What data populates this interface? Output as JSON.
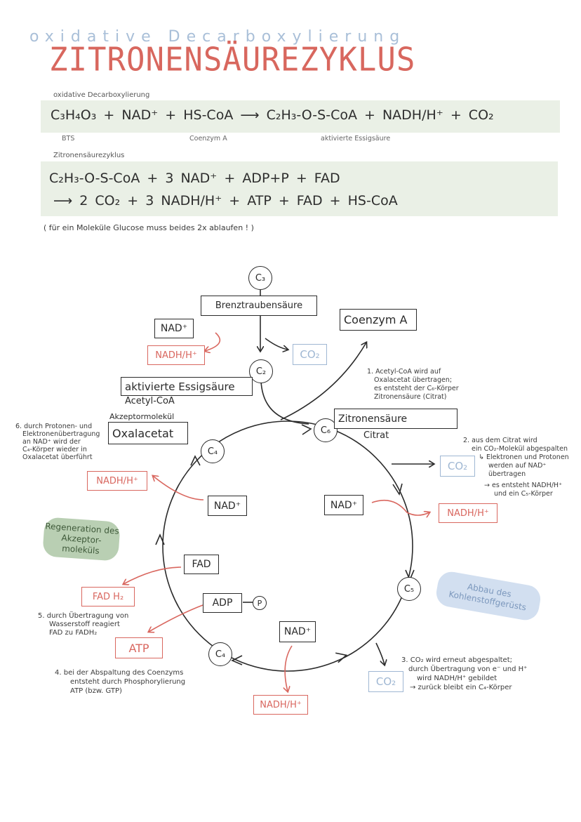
{
  "header": {
    "subtitle": "oxidative Decarboxylierung",
    "title": "ZITRONENSÄUREZYKLUS"
  },
  "section1": {
    "label": "oxidative Decarboxylierung",
    "equation": "C₃H₄O₃ + NAD⁺ + HS-CoA ⟶ C₂H₃-O-S-CoA + NADH/H⁺ + CO₂",
    "annotations": {
      "bts": "BTS",
      "coenzym": "Coenzym A",
      "essig": "aktivierte Essigsäure"
    }
  },
  "section2": {
    "label": "Zitronensäurezyklus",
    "equation_line1": "C₂H₃-O-S-CoA + 3 NAD⁺ + ADP+P + FAD",
    "equation_line2": "⟶ 2 CO₂ + 3 NADH/H⁺ + ATP + FAD + HS-CoA",
    "note": "( für ein Moleküle Glucose muss beides 2x ablaufen ! )"
  },
  "diagram": {
    "c3": "C₃",
    "brenz": "Brenztraubensäure",
    "coenzym_a": "Coenzym A",
    "nad_top": "NAD⁺",
    "nadh_top": "NADH/H⁺",
    "co2_top": "CO₂",
    "c2": "C₂",
    "aktivierte": "aktivierte Essigsäure",
    "acetyl": "Acetyl-CoA",
    "akzeptor_label": "Akzeptormolekül",
    "oxalacetat": "Oxalacetat",
    "c4_top": "C₄",
    "c6": "C₆",
    "zitronen": "Zitronensäure",
    "citrat": "Citrat",
    "co2_right": "CO₂",
    "nad_right": "NAD⁺",
    "nadh_right": "NADH/H⁺",
    "c5": "C₅",
    "nadh_left": "NADH/H⁺",
    "nad_left": "NAD⁺",
    "fad": "FAD",
    "fadh2": "FAD H₂",
    "adp": "ADP",
    "p": "P",
    "atp": "ATP",
    "c4_bottom": "C₄",
    "nad_bottom": "NAD⁺",
    "nadh_bottom": "NADH/H⁺",
    "co2_bottom": "CO₂",
    "regeneration": "Regeneration des Akzeptor-moleküls",
    "abbau": "Abbau des Kohlenstoffgerüsts",
    "note1": [
      "1. Acetyl-CoA wird auf",
      "Oxalacetat übertragen;",
      "es entsteht der C₆-Körper",
      "Zitronensäure (Citrat)"
    ],
    "note2": [
      "2. aus dem Citrat wird",
      "ein CO₂-Molekül abgespalten",
      "↳ Elektronen und Protonen",
      "werden auf NAD⁺",
      "übertragen",
      "→ es entsteht NADH/H⁺",
      "und ein C₅-Körper"
    ],
    "note3": [
      "3. CO₂ wird erneut abgespaltet;",
      "durch Übertragung von e⁻ und H⁺",
      "wird NADH/H⁺ gebildet",
      "→ zurück bleibt ein C₄-Körper"
    ],
    "note4": [
      "4. bei der Abspaltung des Coenzyms",
      "entsteht durch Phosphorylierung",
      "ATP (bzw. GTP)"
    ],
    "note5": [
      "5. durch Übertragung von",
      "Wasserstoff reagiert",
      "FAD zu FADH₂"
    ],
    "note6": [
      "6. durch Protonen- und",
      "Elektronenübertragung",
      "an NAD⁺ wird der",
      "C₄-Körper wieder in",
      "Oxalacetat überführt"
    ]
  },
  "colors": {
    "red": "#d9675f",
    "blue": "#9fb7d3",
    "green": "#b9cfb3",
    "band": "#eaf0e6"
  }
}
